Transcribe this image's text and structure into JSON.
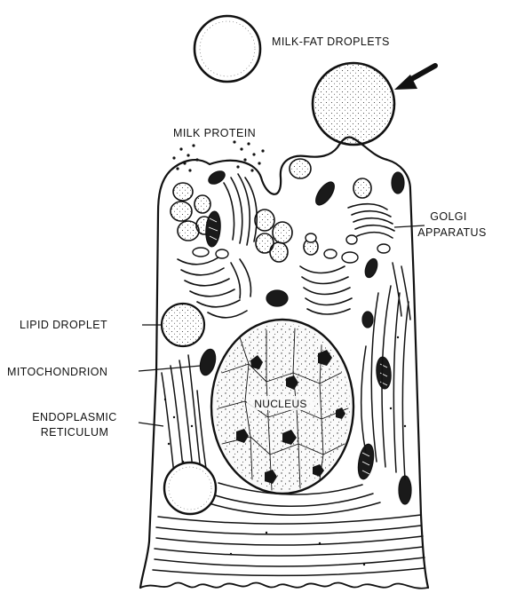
{
  "labels": {
    "milk_fat_droplets": "MILK-FAT DROPLETS",
    "milk_protein": "MILK PROTEIN",
    "golgi_line1": "GOLGI",
    "golgi_line2": "APPARATUS",
    "lipid_droplet": "LIPID DROPLET",
    "mitochondrion": "MITOCHONDRION",
    "er_line1": "ENDOPLASMIC",
    "er_line2": "RETICULUM",
    "nucleus": "NUCLEUS"
  },
  "colors": {
    "ink": "#111111",
    "background": "#ffffff"
  }
}
